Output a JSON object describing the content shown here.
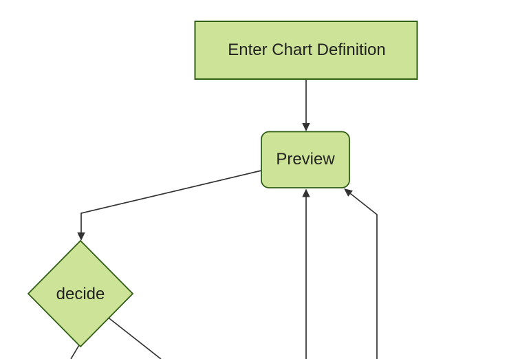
{
  "diagram": {
    "type": "flowchart",
    "direction": "top-down",
    "nodes": [
      {
        "id": "enter-chart-definition",
        "label": "Enter Chart Definition",
        "shape": "rectangle"
      },
      {
        "id": "preview",
        "label": "Preview",
        "shape": "rounded-rectangle"
      },
      {
        "id": "decide",
        "label": "decide",
        "shape": "diamond"
      }
    ],
    "edges": [
      {
        "from": "enter-chart-definition",
        "to": "preview",
        "arrowhead": true
      },
      {
        "from": "preview",
        "to": "decide",
        "arrowhead": true
      },
      {
        "from": "offscreen-bottom-center",
        "to": "preview",
        "arrowhead": true
      },
      {
        "from": "offscreen-bottom-right",
        "to": "preview",
        "arrowhead": true
      },
      {
        "from": "decide",
        "to": "offscreen-bottom-left",
        "arrowhead": false
      },
      {
        "from": "decide",
        "to": "offscreen-bottom-right",
        "arrowhead": false
      }
    ],
    "style": {
      "background": "#ffffff",
      "node_fill": "#cde498",
      "node_border": "#2f5e14",
      "edge_color": "#333333",
      "text_color": "#222222"
    }
  }
}
